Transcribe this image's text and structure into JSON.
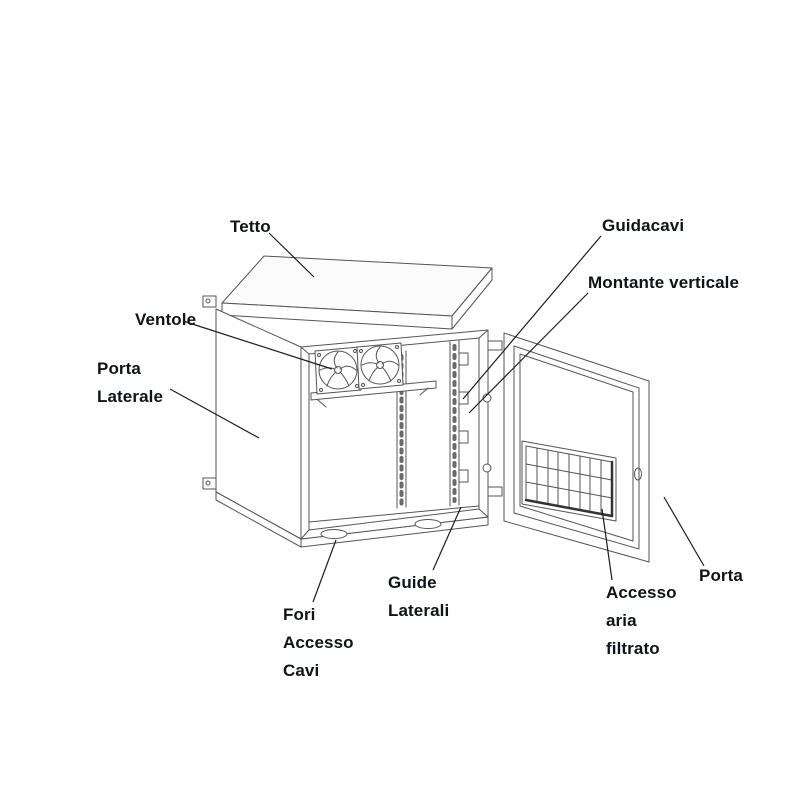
{
  "diagram": {
    "drawing_line_color": "#555555",
    "leader_line_color": "#1d1d1d",
    "label_color": "#10131a",
    "background_color": "#ffffff"
  },
  "labels": {
    "tetto": "Tetto",
    "guidacavi": "Guidacavi",
    "montante_verticale": "Montante verticale",
    "ventole": "Ventole",
    "porta_laterale": "Porta\nLaterale",
    "guide_laterali": "Guide\nLaterali",
    "fori_accesso_cavi": "Fori\nAccesso\nCavi",
    "accesso_aria_filtrato": "Accesso\naria\nfiltrato",
    "porta": "Porta"
  }
}
